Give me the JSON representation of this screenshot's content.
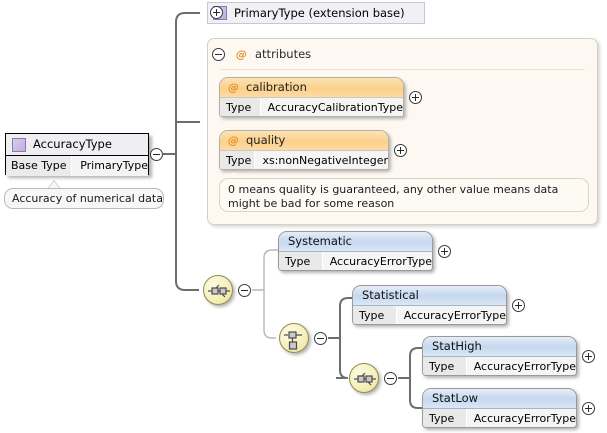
{
  "diagram": {
    "type": "xsd-schema-tree",
    "title": "AccuracyType",
    "colors": {
      "attribute_header": "#fbd08b",
      "element_header": "#c6d8ef",
      "complextype_icon": "#c0aede",
      "attributes_panel_bg": "#fdf9f2",
      "compositor_fill": "#f6f0bd",
      "connector_dark": "#6e6e6e",
      "connector_light": "#b9b9b9"
    }
  },
  "root": {
    "name": "AccuracyType",
    "icon": "complextype-icon",
    "base_type_label": "Base Type",
    "base_type_value": "PrimaryType",
    "toggle": "minus",
    "documentation": "Accuracy of numerical data"
  },
  "base_reference": {
    "label": "PrimaryType (extension base)",
    "icon": "complextype-icon",
    "toggle": "plus"
  },
  "attributes": {
    "label": "attributes",
    "symbol": "@",
    "toggle": "minus",
    "items": [
      {
        "name": "calibration",
        "symbol": "@",
        "type_label": "Type",
        "type_value": "AccuracyCalibrationType",
        "toggle": "plus"
      },
      {
        "name": "quality",
        "symbol": "@",
        "type_label": "Type",
        "type_value": "xs:nonNegativeInteger",
        "toggle": "plus",
        "annotation": "0 means quality is guaranteed, any other value means data might be bad for some reason"
      }
    ]
  },
  "compositors": [
    {
      "id": "seq-1",
      "kind": "sequence",
      "toggle": "minus"
    },
    {
      "id": "choice-1",
      "kind": "choice",
      "toggle": "minus"
    },
    {
      "id": "seq-2",
      "kind": "sequence",
      "toggle": "minus"
    }
  ],
  "elements": [
    {
      "name": "Systematic",
      "type_label": "Type",
      "type_value": "AccuracyErrorType",
      "toggle": "plus",
      "parent": "seq-1"
    },
    {
      "name": "Statistical",
      "type_label": "Type",
      "type_value": "AccuracyErrorType",
      "toggle": "plus",
      "parent": "choice-1"
    },
    {
      "name": "StatHigh",
      "type_label": "Type",
      "type_value": "AccuracyErrorType",
      "toggle": "plus",
      "parent": "seq-2"
    },
    {
      "name": "StatLow",
      "type_label": "Type",
      "type_value": "AccuracyErrorType",
      "toggle": "plus",
      "parent": "seq-2"
    }
  ]
}
